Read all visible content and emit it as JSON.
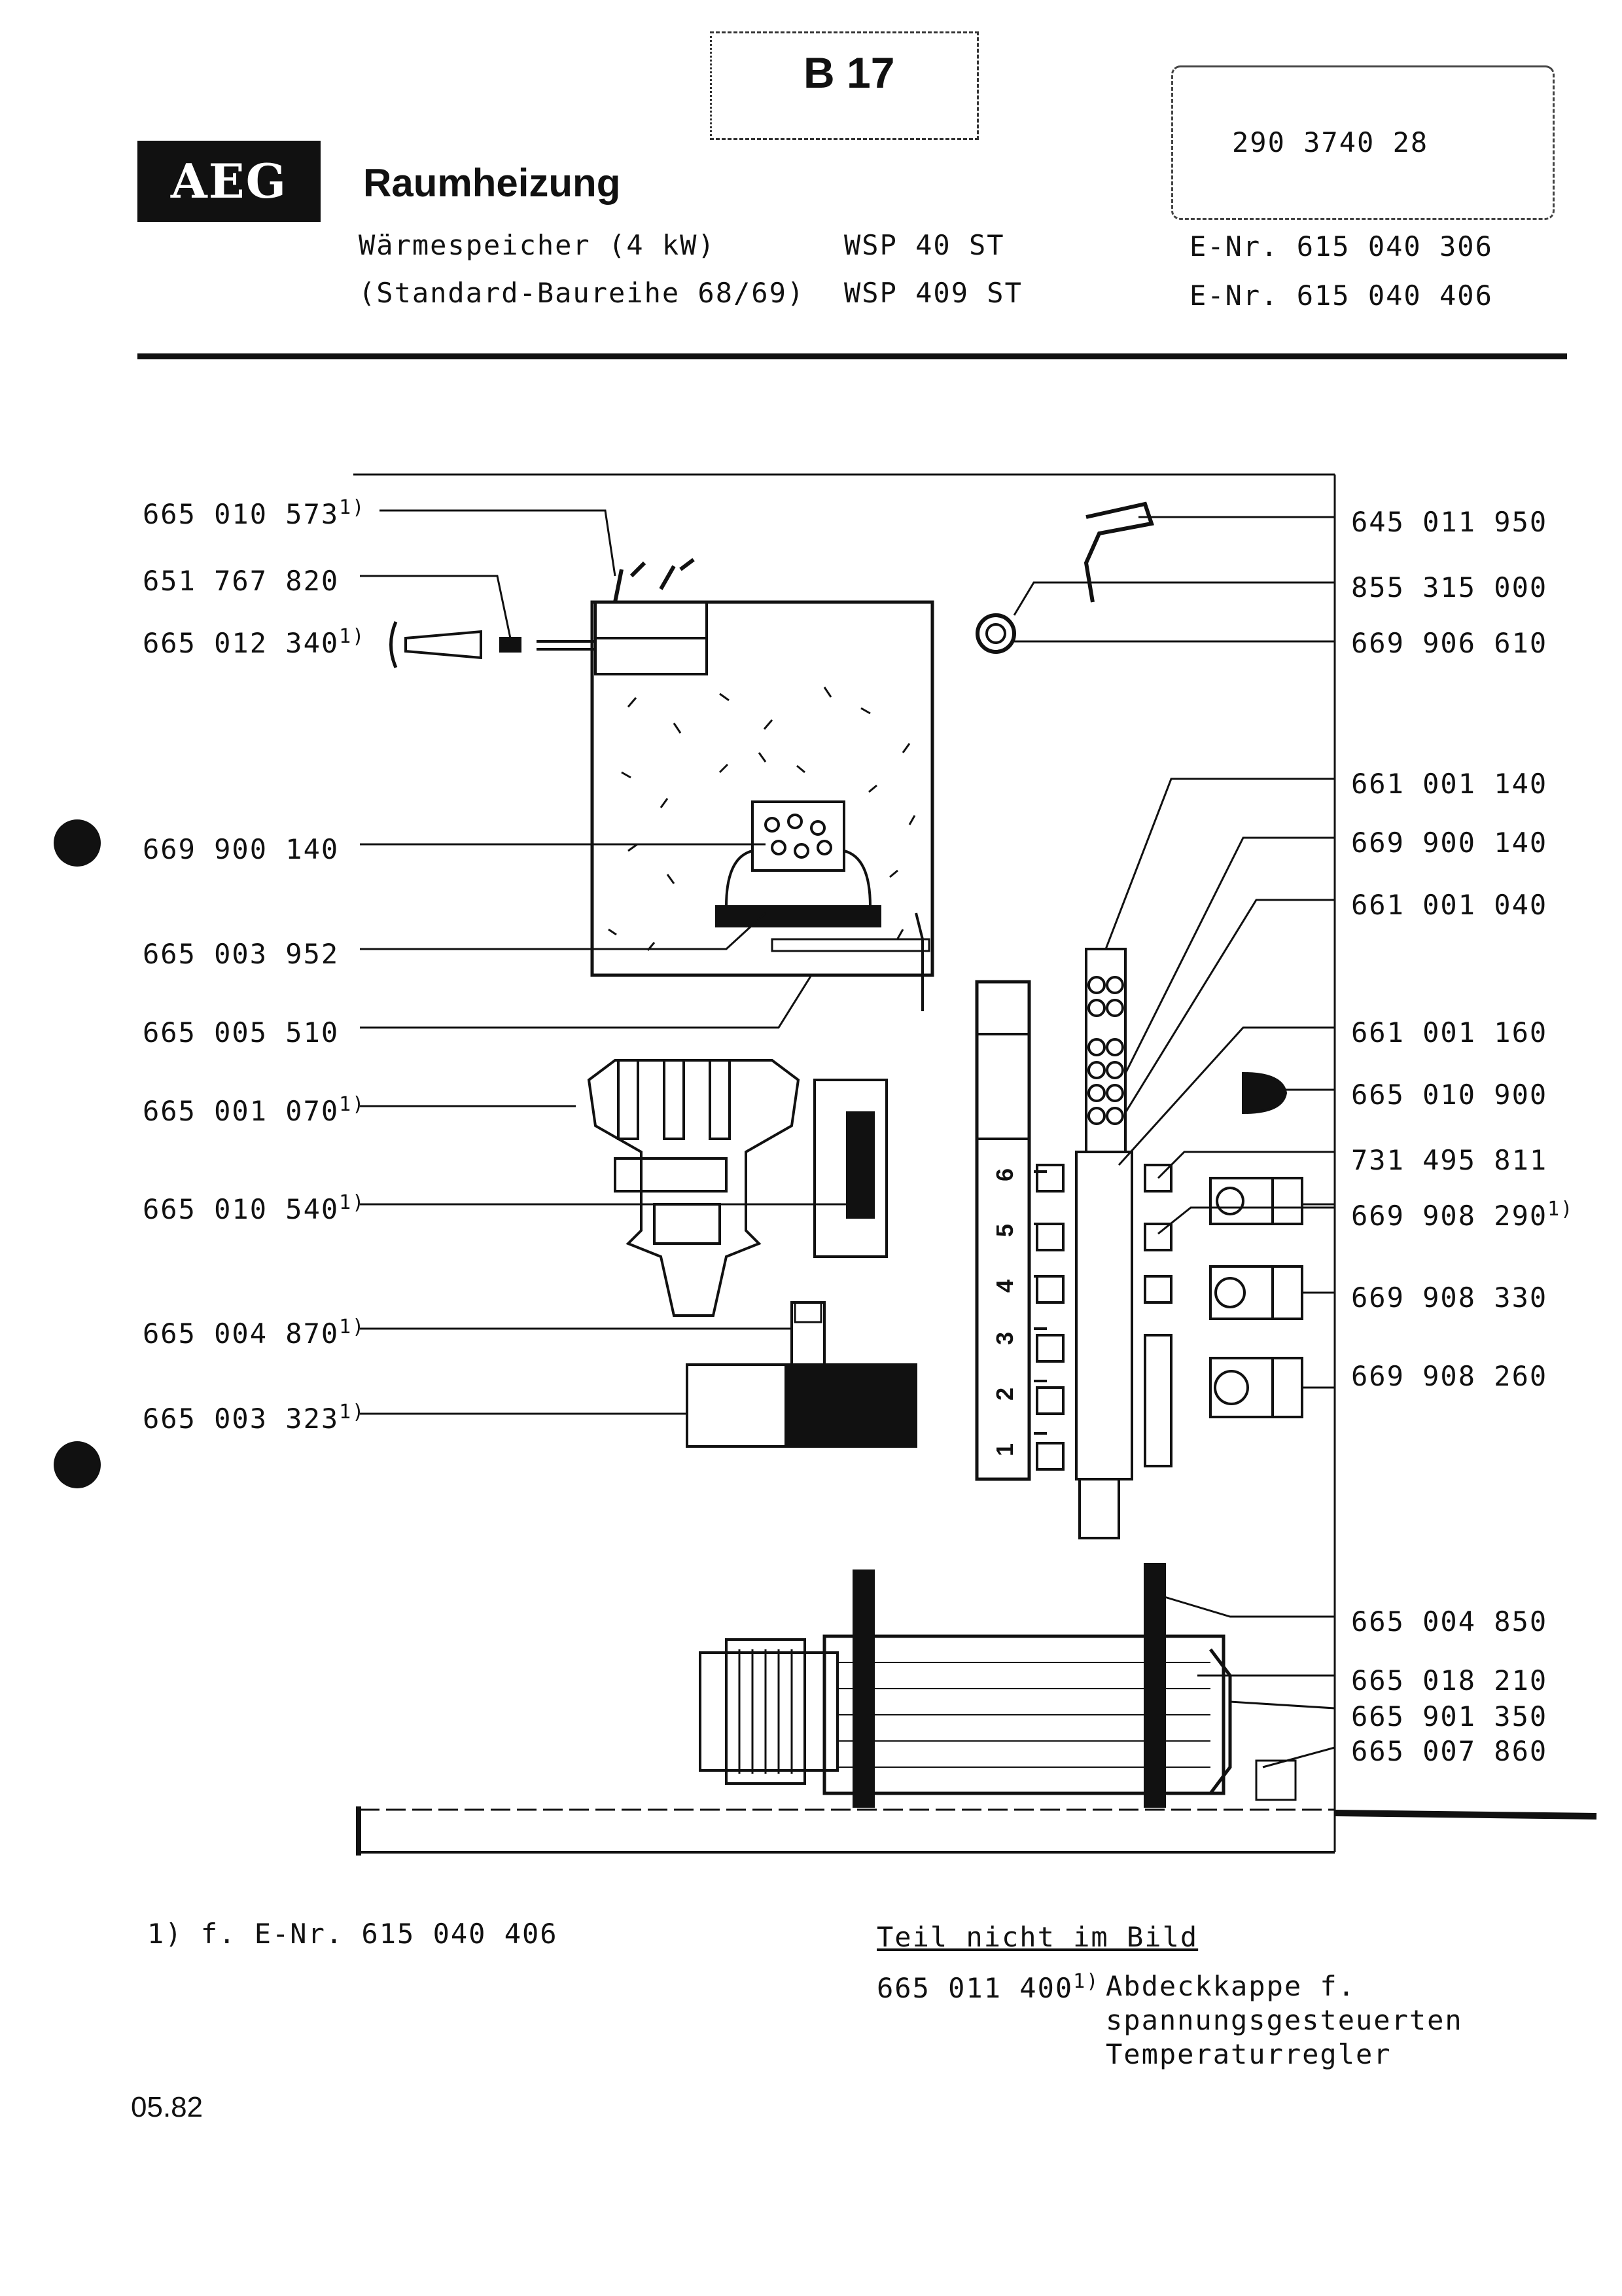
{
  "header": {
    "page_label": "B 17",
    "order_number": "290 3740 28",
    "brand": "AEG",
    "title": "Raumheizung",
    "rows": [
      {
        "desc": "Wärmespeicher    (4 kW)",
        "model": "WSP  40 ST",
        "enr": "E-Nr. 615 040 306"
      },
      {
        "desc": "(Standard-Baureihe 68/69)",
        "model": "WSP 409 ST",
        "enr": "E-Nr. 615 040 406"
      }
    ]
  },
  "parts_left": [
    {
      "number": "665 010 573",
      "note": "1)"
    },
    {
      "number": "651 767 820",
      "note": ""
    },
    {
      "number": "665 012 340",
      "note": "1)"
    },
    {
      "number": "669 900 140",
      "note": ""
    },
    {
      "number": "665 003 952",
      "note": ""
    },
    {
      "number": "665 005 510",
      "note": ""
    },
    {
      "number": "665 001 070",
      "note": "1)"
    },
    {
      "number": "665 010 540",
      "note": "1)"
    },
    {
      "number": "665 004 870",
      "note": "1)"
    },
    {
      "number": "665 003 323",
      "note": "1)"
    }
  ],
  "parts_right": [
    {
      "number": "645 011 950",
      "note": ""
    },
    {
      "number": "855 315 000",
      "note": ""
    },
    {
      "number": "669 906 610",
      "note": ""
    },
    {
      "number": "661 001 140",
      "note": ""
    },
    {
      "number": "669 900 140",
      "note": ""
    },
    {
      "number": "661 001 040",
      "note": ""
    },
    {
      "number": "661 001 160",
      "note": ""
    },
    {
      "number": "665 010 900",
      "note": ""
    },
    {
      "number": "731 495 811",
      "note": ""
    },
    {
      "number": "669 908 290",
      "note": "1)"
    },
    {
      "number": "669 908 330",
      "note": ""
    },
    {
      "number": "669 908 260",
      "note": ""
    },
    {
      "number": "665 004 850",
      "note": ""
    },
    {
      "number": "665 018 210",
      "note": ""
    },
    {
      "number": "665 901 350",
      "note": ""
    },
    {
      "number": "665 007 860",
      "note": ""
    }
  ],
  "switch_positions": [
    "1",
    "2",
    "3",
    "4",
    "5",
    "6"
  ],
  "footnote": "1) f. E-Nr. 615 040 406",
  "not_shown": {
    "heading": "Teil nicht im Bild",
    "number": "665 011 400",
    "note": "1)",
    "desc_lines": [
      "Abdeckkappe f.",
      "spannungsgesteuerten",
      "Temperaturregler"
    ]
  },
  "date": "05.82"
}
